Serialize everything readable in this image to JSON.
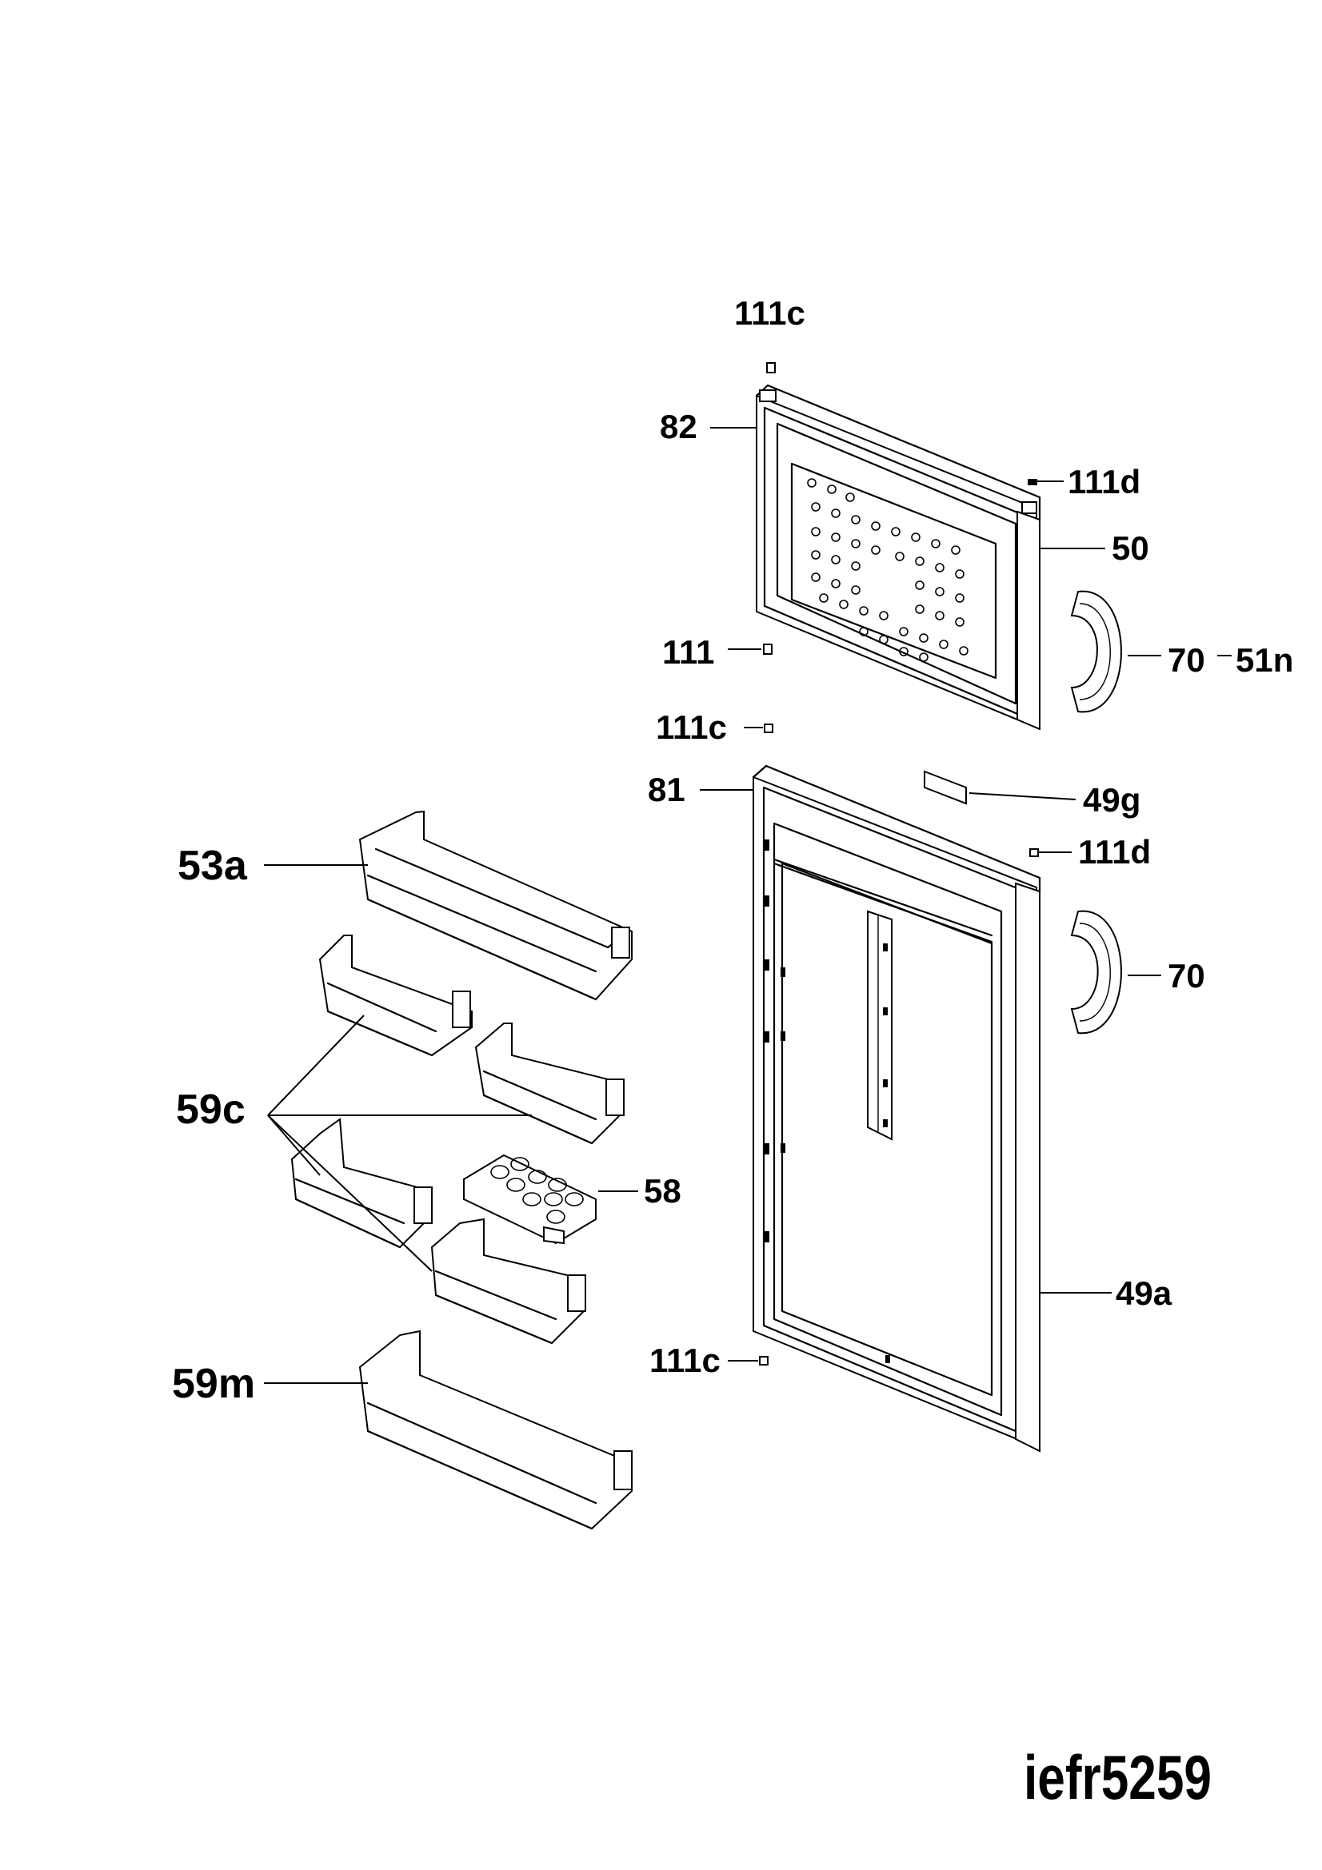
{
  "callouts": {
    "c111c_top": "111c",
    "c82": "82",
    "c111d_top": "111d",
    "c50": "50",
    "c111": "111",
    "c70_top": "70",
    "c51n": "51n",
    "c111c_mid": "111c",
    "c81": "81",
    "c49g": "49g",
    "c111d_mid": "111d",
    "c70_mid": "70",
    "c53a": "53a",
    "c59c": "59c",
    "c58": "58",
    "c49a": "49a",
    "c111c_bottom": "111c",
    "c59m": "59m"
  },
  "model_id": "iefr5259"
}
